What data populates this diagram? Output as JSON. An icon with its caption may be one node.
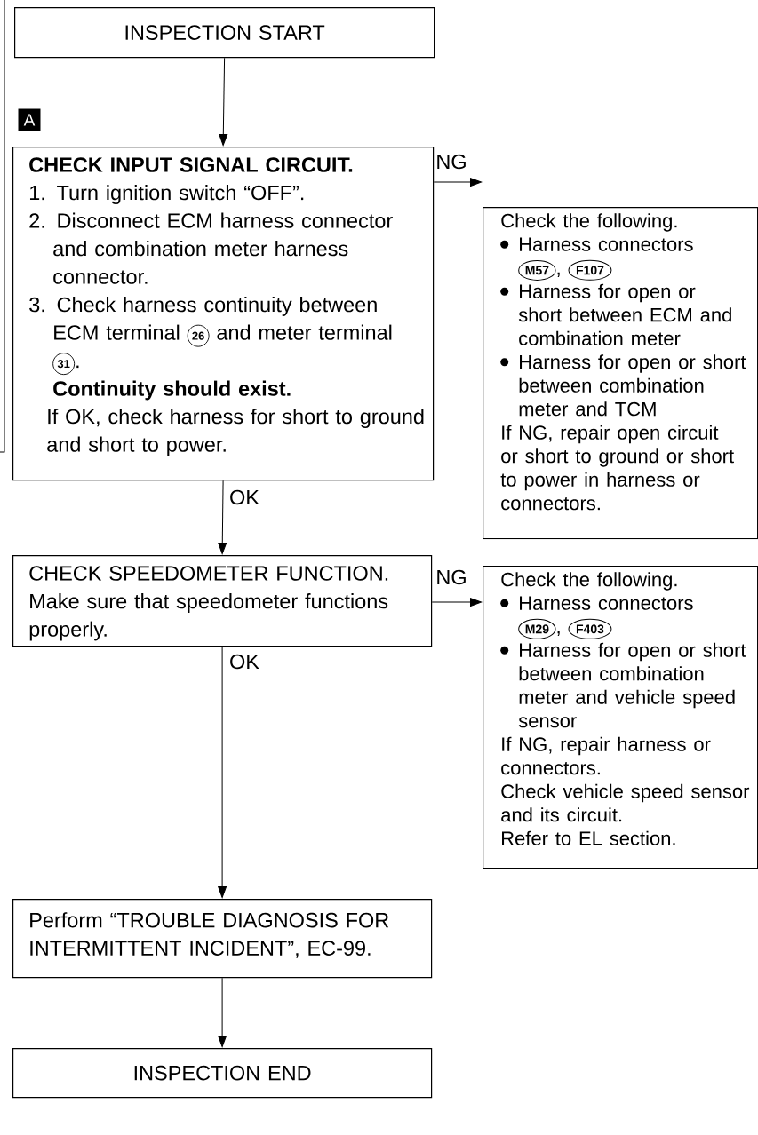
{
  "diagram": {
    "nodes": [
      {
        "text": [
          "INSPECTION START"
        ]
      },
      {
        "text": [
          "CHECK INPUT SIGNAL CIRCUIT.",
          "1. Turn ignition switch “OFF”.",
          "2. Disconnect ECM harness connector and combination meter harness connector.",
          "3. Check harness continuity between ECM terminal",
          "26",
          "and meter terminal",
          "31",
          ".",
          "Continuity should exist.",
          "If OK, check harness for short to ground and short to power."
        ]
      },
      {
        "text": [
          "Check the following.",
          "Harness connectors",
          "M57",
          ",",
          "F107",
          "Harness for open or short between ECM and combination meter",
          "Harness for open or short between combination meter and TCM",
          "If NG, repair open circuit or short to ground or short to power in harness or connectors."
        ]
      },
      {
        "text": [
          "CHECK SPEEDOMETER FUNCTION.",
          "Make sure that speedometer functions properly."
        ]
      },
      {
        "text": [
          "Check the following.",
          "Harness connectors",
          "M29",
          ",",
          "F403",
          "Harness for open or short between combination meter and vehicle speed sensor",
          "If NG, repair harness or connectors.",
          "Check vehicle speed sensor and its circuit.",
          "Refer to EL section."
        ]
      },
      {
        "text": [
          "Perform “TROUBLE DIAGNOSIS FOR INTERMITTENT INCIDENT”, EC-99."
        ]
      },
      {
        "text": [
          "INSPECTION END"
        ]
      }
    ],
    "edges": [
      {
        "from": 0,
        "to": 1,
        "arrow": "to"
      },
      {
        "from": 1,
        "to": 2,
        "arrow": "to",
        "label": "NG"
      },
      {
        "from": 1,
        "to": 3,
        "arrow": "to",
        "label": "OK"
      },
      {
        "from": 3,
        "to": 4,
        "arrow": "to",
        "label": "NG"
      },
      {
        "from": 3,
        "to": 5,
        "arrow": "to",
        "label": "OK"
      },
      {
        "from": 5,
        "to": 6,
        "arrow": "to"
      }
    ],
    "labels": [
      "A"
    ]
  }
}
